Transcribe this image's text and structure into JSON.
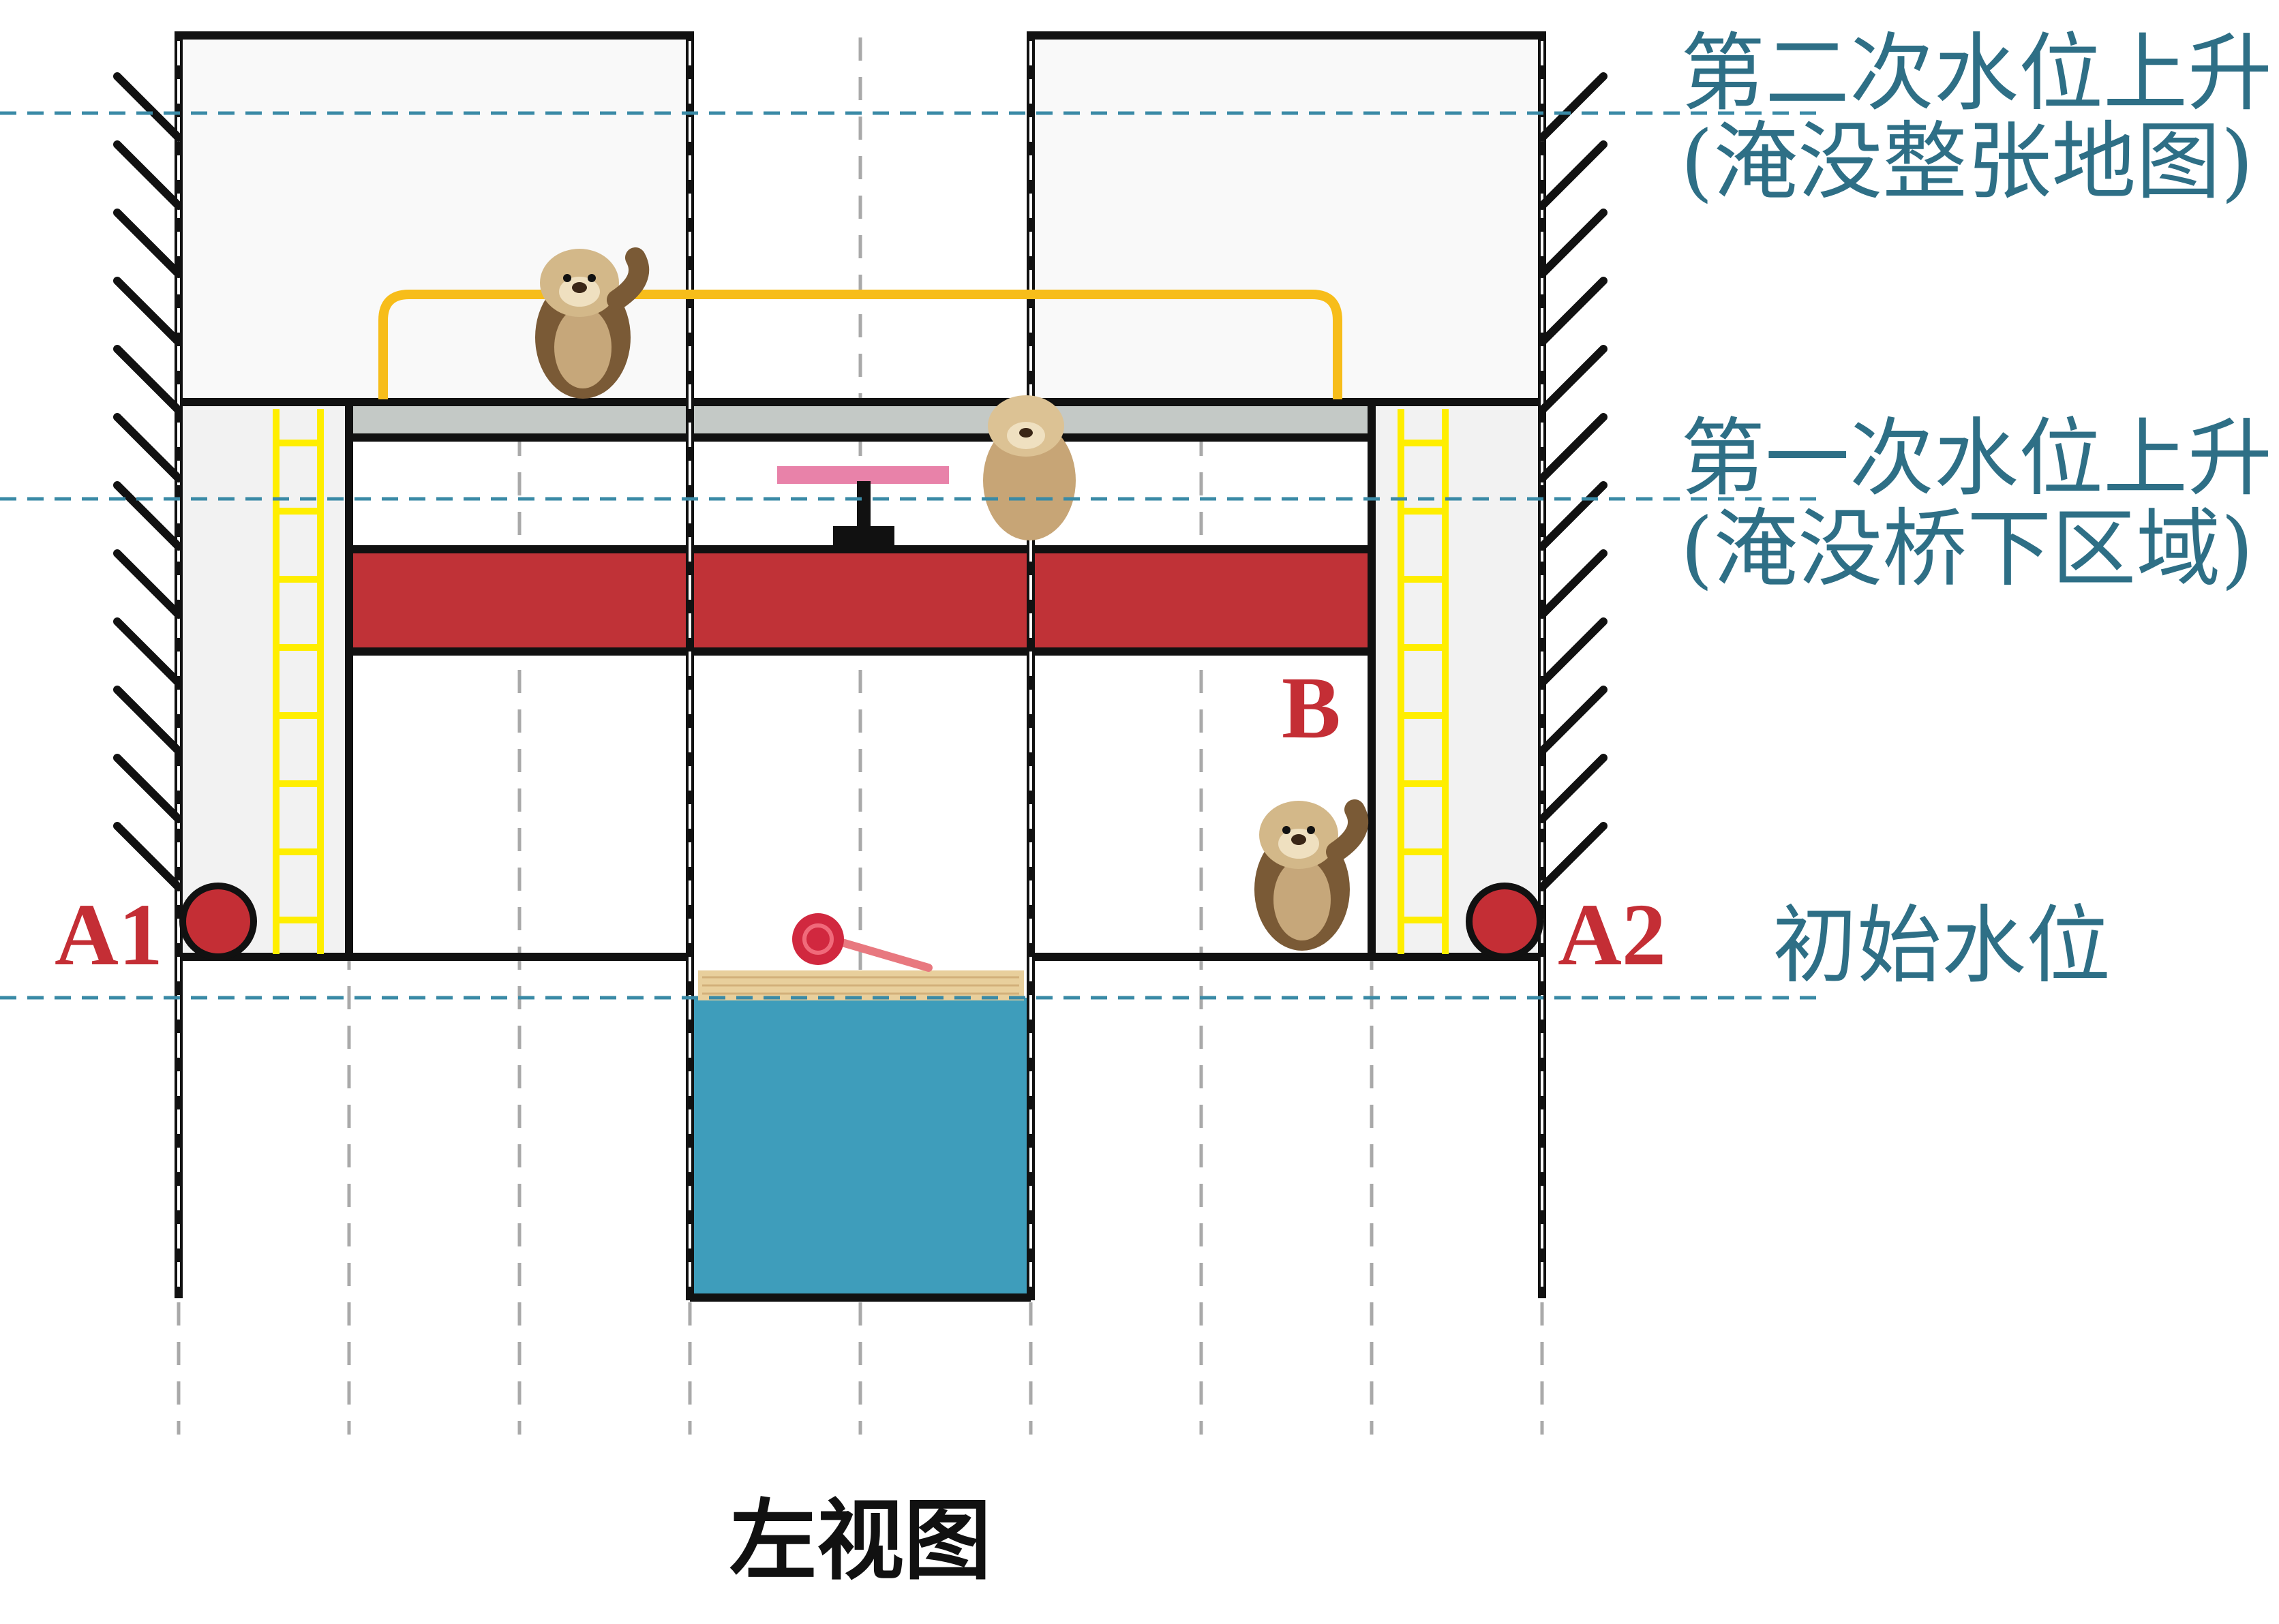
{
  "view_title": "左视图",
  "water_levels": {
    "second_rise": {
      "line1": "第二次水位上升",
      "line2": "(淹没整张地图)"
    },
    "first_rise": {
      "line1": "第一次水位上升",
      "line2": "(淹没桥下区域)"
    },
    "initial": "初始水位"
  },
  "points": {
    "a1": "A1",
    "a2": "A2",
    "b": "B"
  },
  "colors": {
    "water_line": "#3a8aa6",
    "water": "#3e9dbb",
    "bridge_beam": "#c03237",
    "valve_handle": "#e882a9",
    "ladder": "#ffee00",
    "rail": "#f7bd1a",
    "deck": "#c4c9c6",
    "wheel": "#c42e35",
    "label_red": "#c42e35",
    "label_teal": "#2e6f86",
    "wood": "#e8cf9c"
  },
  "icons": {
    "otter_top": "otter-icon",
    "otter_mid": "otter-icon",
    "otter_bottom": "otter-icon",
    "lollipop": "lollipop-icon"
  }
}
